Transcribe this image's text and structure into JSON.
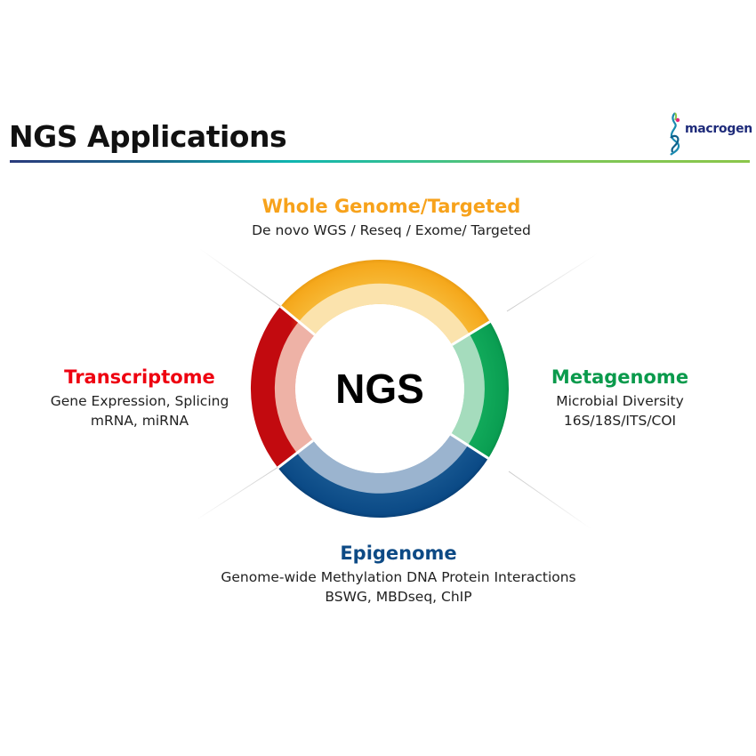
{
  "header": {
    "title": "NGS Applications",
    "logo_text": "macrogen"
  },
  "center": {
    "label": "NGS"
  },
  "segments": [
    {
      "id": "whole-genome",
      "heading": "Whole Genome/Targeted",
      "lines": [
        "De novo WGS / Reseq / Exome/ Targeted"
      ],
      "color": "#f5a81c"
    },
    {
      "id": "metagenome",
      "heading": "Metagenome",
      "lines": [
        "Microbial Diversity",
        "16S/18S/ITS/COI"
      ],
      "color": "#0a9e52"
    },
    {
      "id": "epigenome",
      "heading": "Epigenome",
      "lines": [
        "Genome-wide Methylation DNA Protein Interactions",
        "BSWG, MBDseq, ChIP"
      ],
      "color": "#0b4a86"
    },
    {
      "id": "transcriptome",
      "heading": "Transcriptome",
      "lines": [
        "Gene Expression, Splicing",
        "mRNA, miRNA"
      ],
      "color": "#e8000f"
    }
  ],
  "colors": {
    "whole_genome_heading": "#f7a21b",
    "metagenome_heading": "#0a9a4c",
    "epigenome_heading": "#0d4a85",
    "transcriptome_heading": "#ee0010"
  }
}
